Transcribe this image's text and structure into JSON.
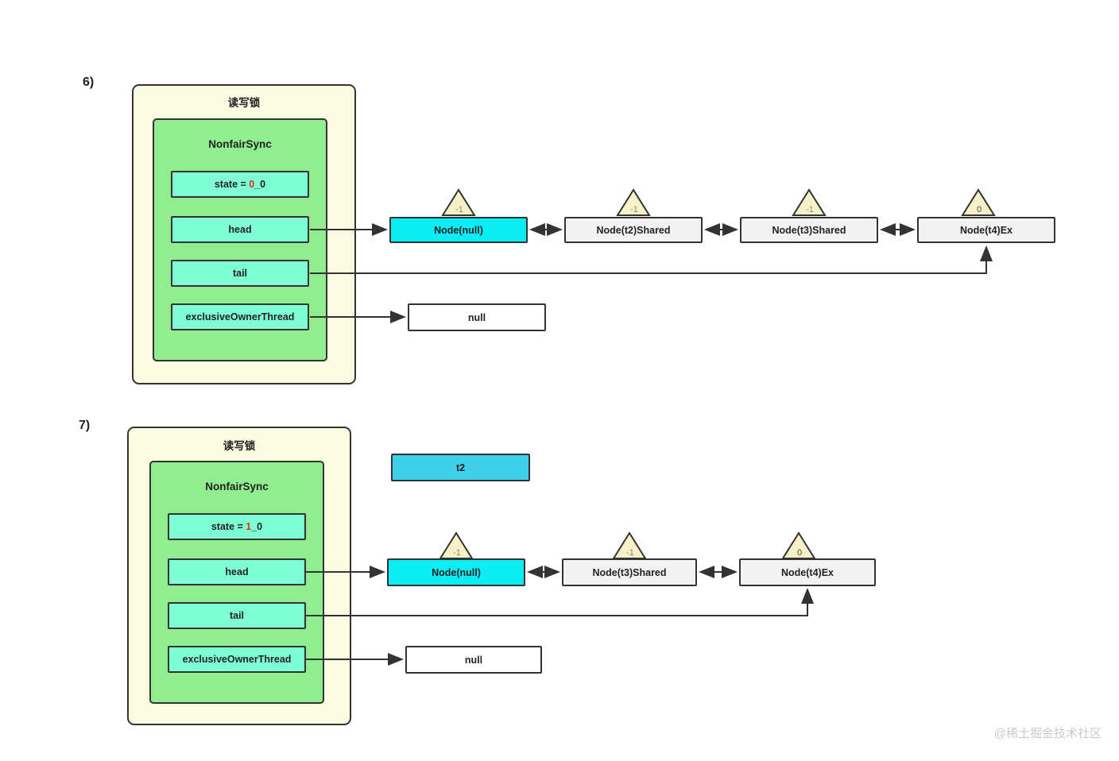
{
  "colors": {
    "outer_bg": "#FBFBE2",
    "sync_bg": "#90EE90",
    "field_bg": "#7FFFD4",
    "node_head_bg": "#0BEDF5",
    "node_bg": "#F2F2F2",
    "t2_bg": "#3DD0E8",
    "triangle_bg": "#F6F1C6",
    "border": "#333333",
    "state_red": "#E0301E",
    "watermark_color": "#C9C9C9"
  },
  "watermark": "@稀土掘金技术社区",
  "d6": {
    "label": "6)",
    "container": "读写锁",
    "class_name": "NonfairSync",
    "state": {
      "prefix": "state = ",
      "red": "0",
      "suffix": "_0"
    },
    "fields": {
      "head": "head",
      "tail": "tail",
      "owner": "exclusiveOwnerThread"
    },
    "null_label": "null",
    "nodes": [
      {
        "label": "Node(null)",
        "wait": "-1",
        "wait_color": "#8A8A74"
      },
      {
        "label": "Node(t2)Shared",
        "wait": "-1",
        "wait_color": "#8A8A74"
      },
      {
        "label": "Node(t3)Shared",
        "wait": "-1",
        "wait_color": "#8A8A74"
      },
      {
        "label": "Node(t4)Ex",
        "wait": "0",
        "wait_color": "#4F4F3C"
      }
    ]
  },
  "d7": {
    "label": "7)",
    "container": "读写锁",
    "class_name": "NonfairSync",
    "state": {
      "prefix": "state = ",
      "red": "1",
      "suffix": "_0"
    },
    "fields": {
      "head": "head",
      "tail": "tail",
      "owner": "exclusiveOwnerThread"
    },
    "null_label": "null",
    "t2_label": "t2",
    "nodes": [
      {
        "label": "Node(null)",
        "wait": "-1",
        "wait_color": "#8A8A74"
      },
      {
        "label": "Node(t3)Shared",
        "wait": "-1",
        "wait_color": "#8A8A74"
      },
      {
        "label": "Node(t4)Ex",
        "wait": "0",
        "wait_color": "#4F4F3C"
      }
    ]
  }
}
